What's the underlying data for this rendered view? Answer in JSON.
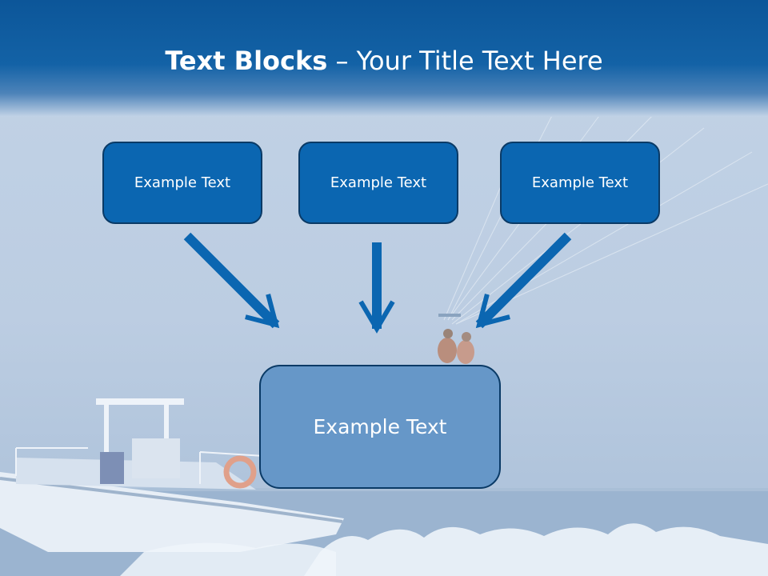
{
  "slide": {
    "title_bold": "Text Blocks",
    "title_dash": "–",
    "title_rest": "Your Title Text Here"
  },
  "diagram": {
    "source_boxes": [
      {
        "label": "Example Text"
      },
      {
        "label": "Example Text"
      },
      {
        "label": "Example Text"
      }
    ],
    "target_box": {
      "label": "Example Text"
    }
  },
  "colors": {
    "header": "#0c5699",
    "source_box_fill": "#0b66b1",
    "target_box_fill": "#6697c8",
    "box_border": "#0a3a66",
    "arrow": "#0b66b1",
    "text": "#ffffff"
  }
}
